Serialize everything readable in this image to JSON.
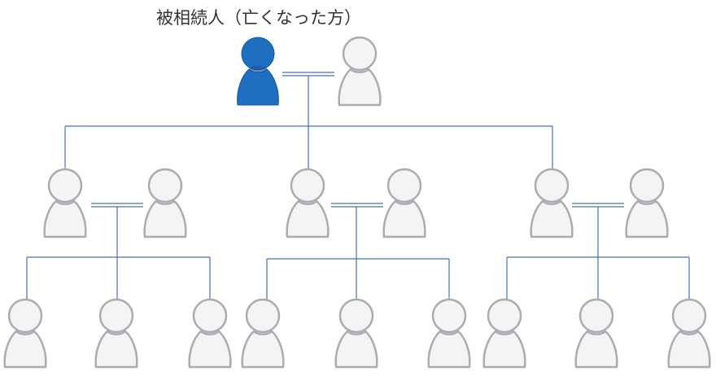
{
  "title": "被相続人（亡くなった方）",
  "colors": {
    "deceased_fill": "#1f6fc0",
    "deceased_shade": "#14549a",
    "person_fill": "#f4f4f4",
    "person_stroke": "#a9acb2",
    "line": "#4a6fb0"
  },
  "people": [
    {
      "role": "deceased"
    },
    {
      "role": "spouse"
    },
    {
      "role": "child"
    },
    {
      "role": "child-spouse"
    },
    {
      "role": "child"
    },
    {
      "role": "child-spouse"
    },
    {
      "role": "child"
    },
    {
      "role": "child-spouse"
    },
    {
      "role": "grandchild"
    },
    {
      "role": "grandchild"
    },
    {
      "role": "grandchild"
    },
    {
      "role": "grandchild"
    },
    {
      "role": "grandchild"
    },
    {
      "role": "grandchild"
    },
    {
      "role": "grandchild"
    },
    {
      "role": "grandchild"
    },
    {
      "role": "grandchild"
    }
  ]
}
